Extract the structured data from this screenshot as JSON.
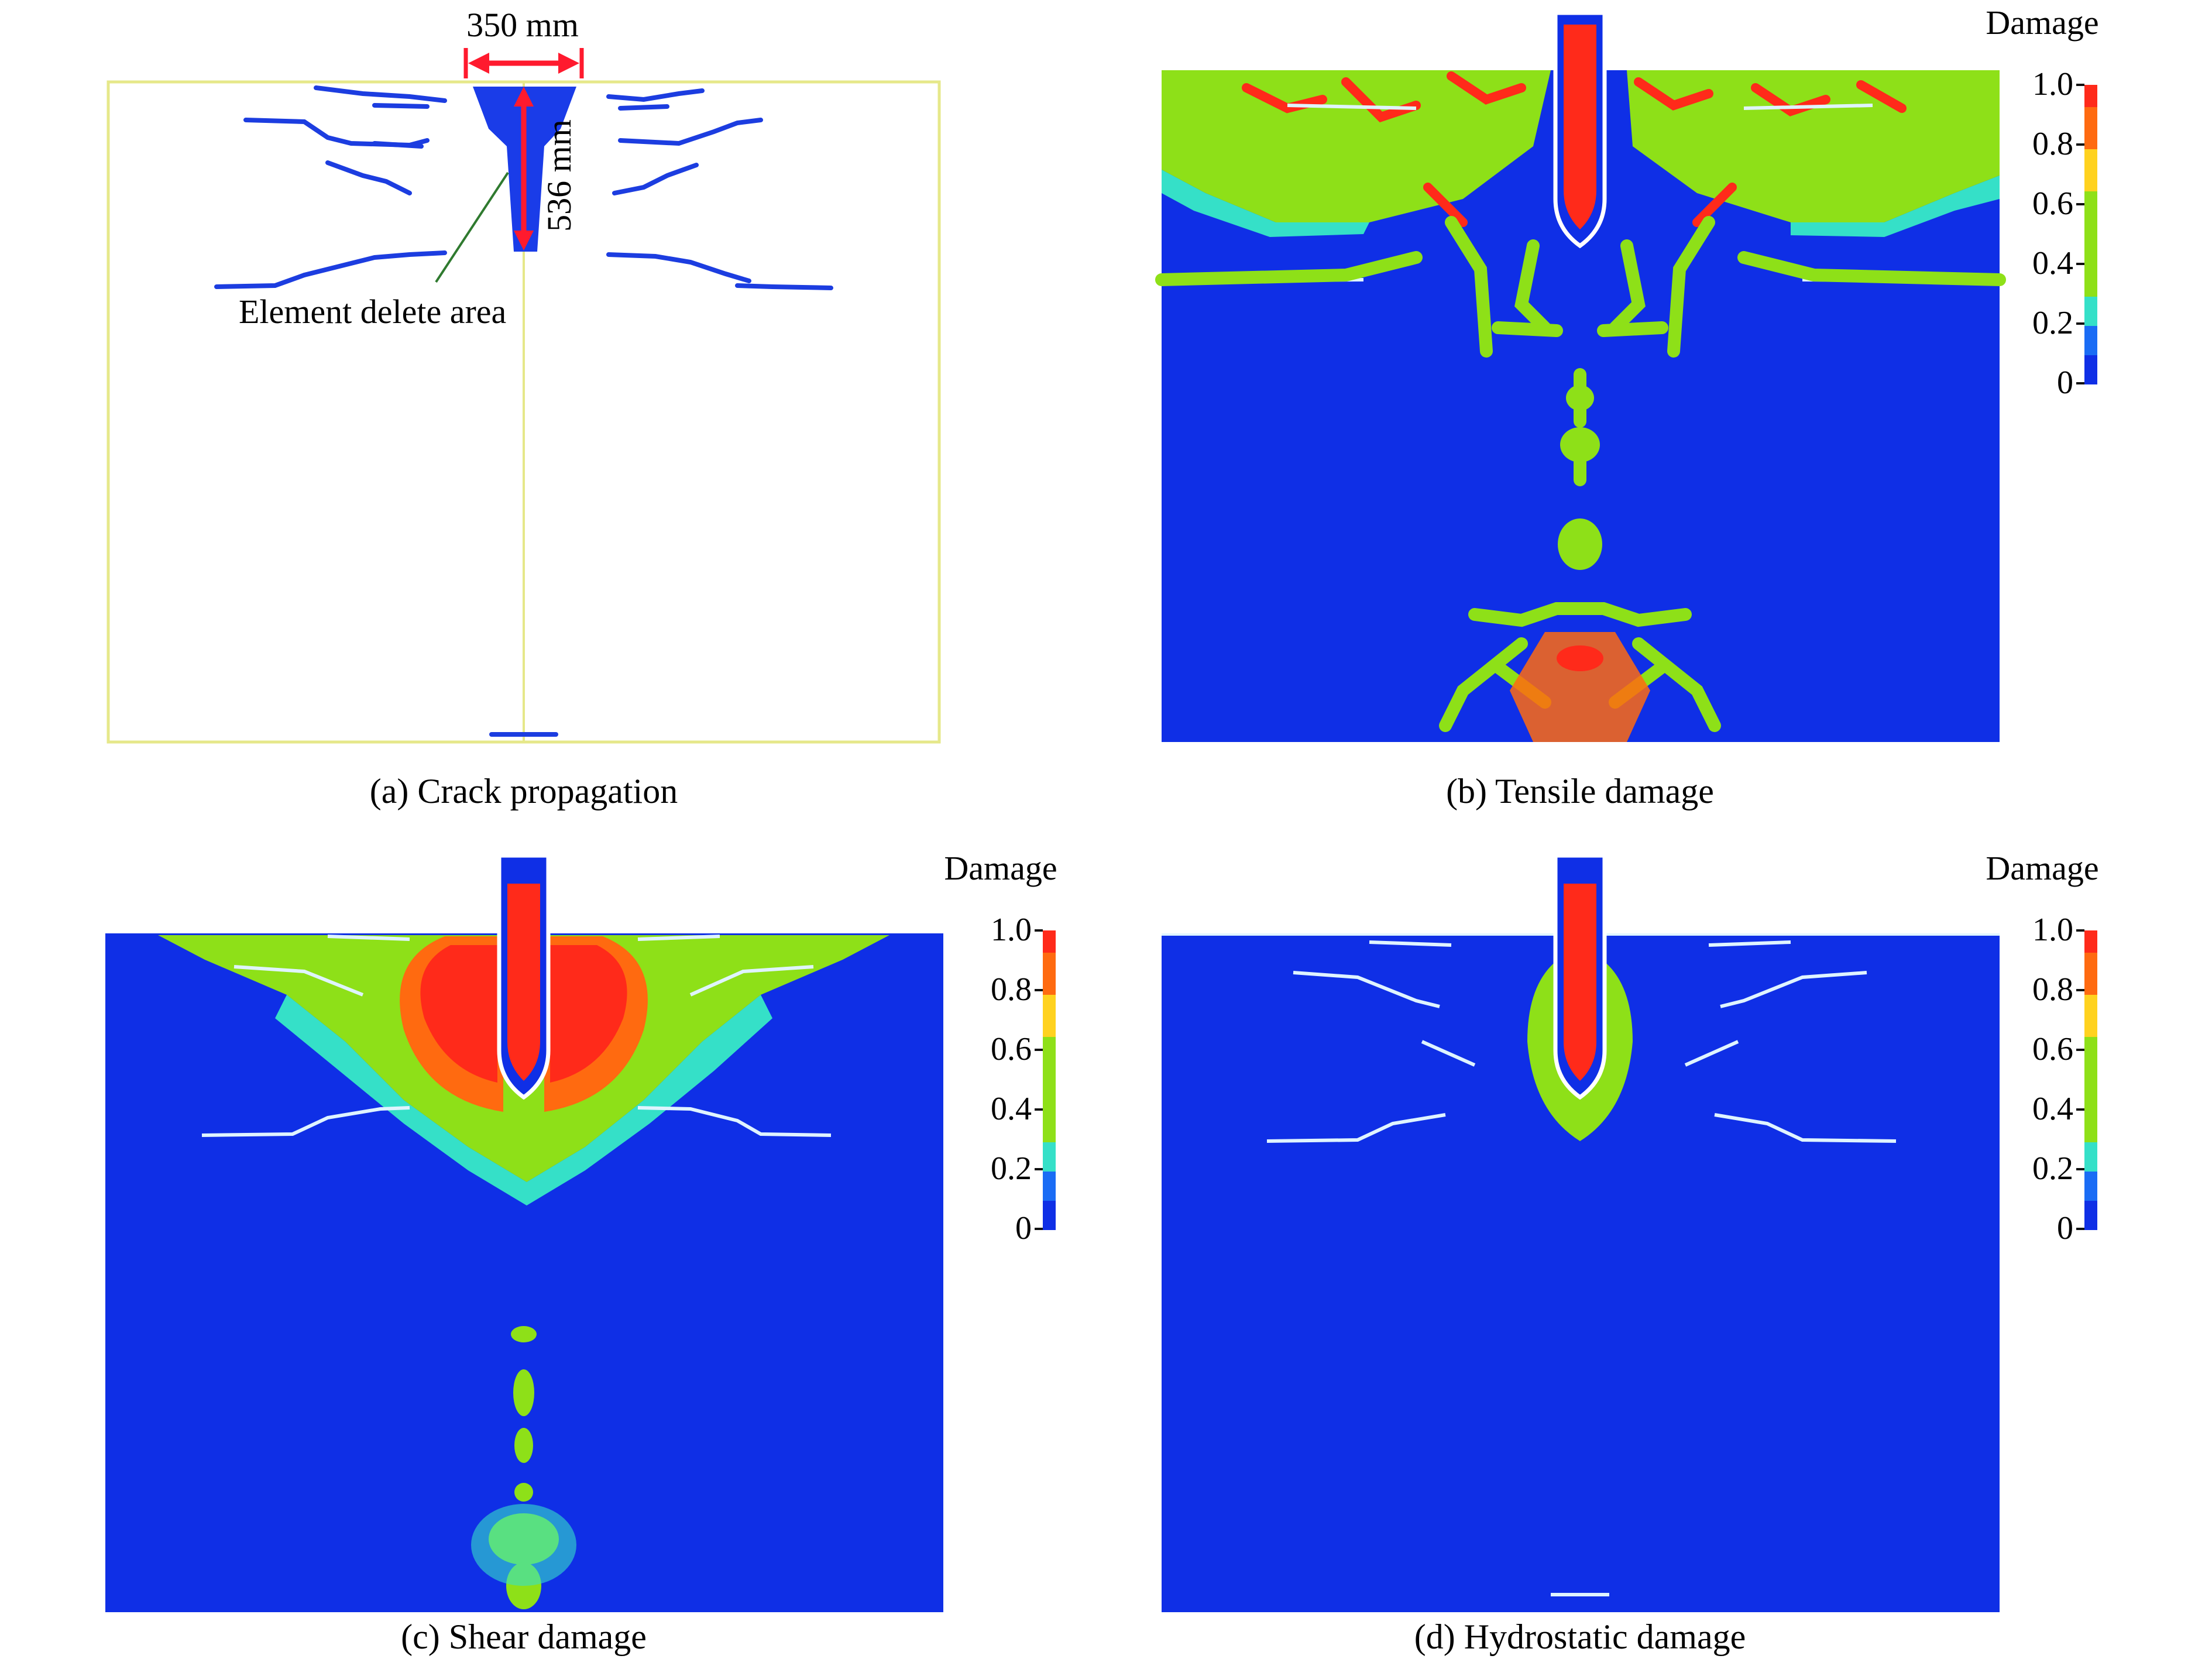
{
  "panels": [
    {
      "id": "a",
      "caption": "(a) Crack propagation"
    },
    {
      "id": "b",
      "caption": "(b) Tensile damage"
    },
    {
      "id": "c",
      "caption": "(c) Shear damage"
    },
    {
      "id": "d",
      "caption": "(d) Hydrostatic damage"
    }
  ],
  "annotations": {
    "width_label": "350 mm",
    "depth_label": "536 mm",
    "delete_label": "Element delete area"
  },
  "legend": {
    "title": "Damage",
    "ticks": [
      "1.0",
      "0.8",
      "0.6",
      "0.4",
      "0.2",
      "0"
    ],
    "colors": [
      "#ff2a1a",
      "#ff6a10",
      "#ffd21f",
      "#8ee018",
      "#35e0c8",
      "#1a6cf5",
      "#0f2fe6"
    ]
  },
  "colors": {
    "blue": "#0f2fe6",
    "green": "#8ee018",
    "red": "#ff2a1a",
    "orange": "#ff6a10",
    "cyan": "#35e0c8",
    "yellow": "#ffd21f",
    "outline": "#e6e88a",
    "dim_arrow": "#ff1a2e"
  }
}
